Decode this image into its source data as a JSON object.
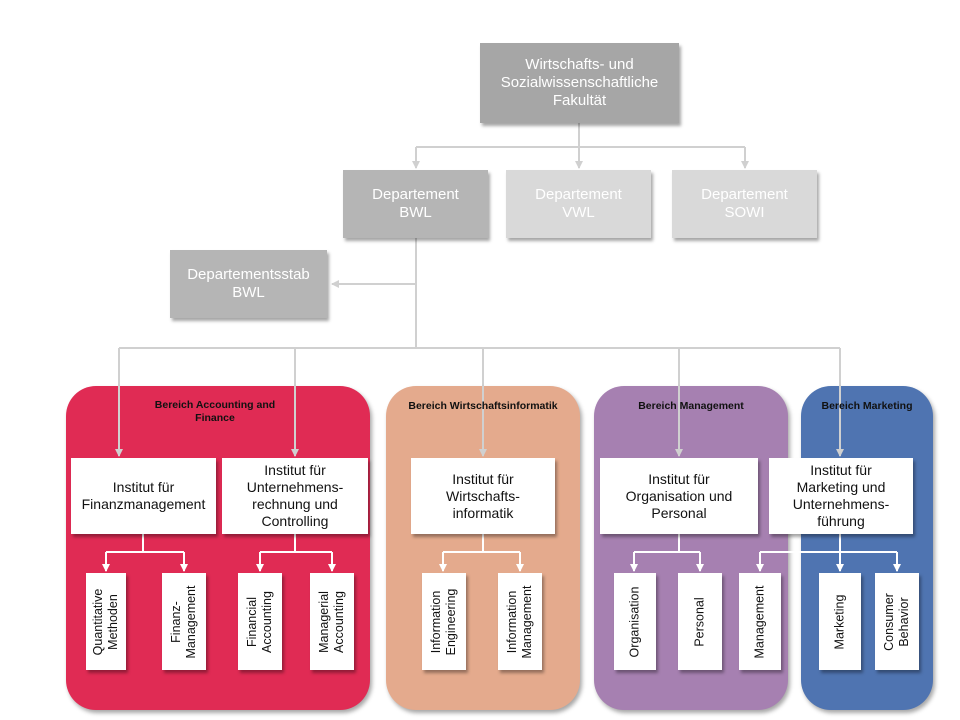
{
  "faculty": {
    "label": "Wirtschafts- und\nSozialwissenschaftliche\nFakultät"
  },
  "departments": [
    {
      "label": "Departement\nBWL"
    },
    {
      "label": "Departement\nVWL"
    },
    {
      "label": "Departement\nSOWI"
    }
  ],
  "staff": {
    "label": "Departementsstab\nBWL"
  },
  "areas": [
    {
      "title": "Bereich Accounting  and\nFinance",
      "color": "#e02b54",
      "institutes": [
        {
          "label": "Institut  für\nFinanzmanagement"
        },
        {
          "label": "Institut  für\nUnternehmens-\nrechnung  und\nControlling"
        }
      ],
      "chairs": [
        {
          "label": "Quantitative\nMethoden"
        },
        {
          "label": "Finanz-\nManagement"
        },
        {
          "label": "Financial\nAccounting"
        },
        {
          "label": "Managerial\nAccounting"
        }
      ]
    },
    {
      "title": "Bereich Wirtschaftsinformatik",
      "color": "#e4aa8d",
      "institutes": [
        {
          "label": "Institut  für\nWirtschafts-\ninformatik"
        }
      ],
      "chairs": [
        {
          "label": "Information\nEngineering"
        },
        {
          "label": "Information\nManagement"
        }
      ]
    },
    {
      "title": "Bereich Management",
      "color": "#a680b1",
      "institutes": [
        {
          "label": "Institut  für\nOrganisation und\nPersonal"
        }
      ],
      "chairs": [
        {
          "label": "Organisation"
        },
        {
          "label": "Personal"
        },
        {
          "label": "Management"
        }
      ]
    },
    {
      "title": "Bereich Marketing",
      "color": "#4f74b1",
      "institutes": [
        {
          "label": "Institut  für\nMarketing und\nUnternehmens-\nführung"
        }
      ],
      "chairs": [
        {
          "label": "Marketing"
        },
        {
          "label": "Consumer\nBehavior"
        }
      ]
    }
  ]
}
